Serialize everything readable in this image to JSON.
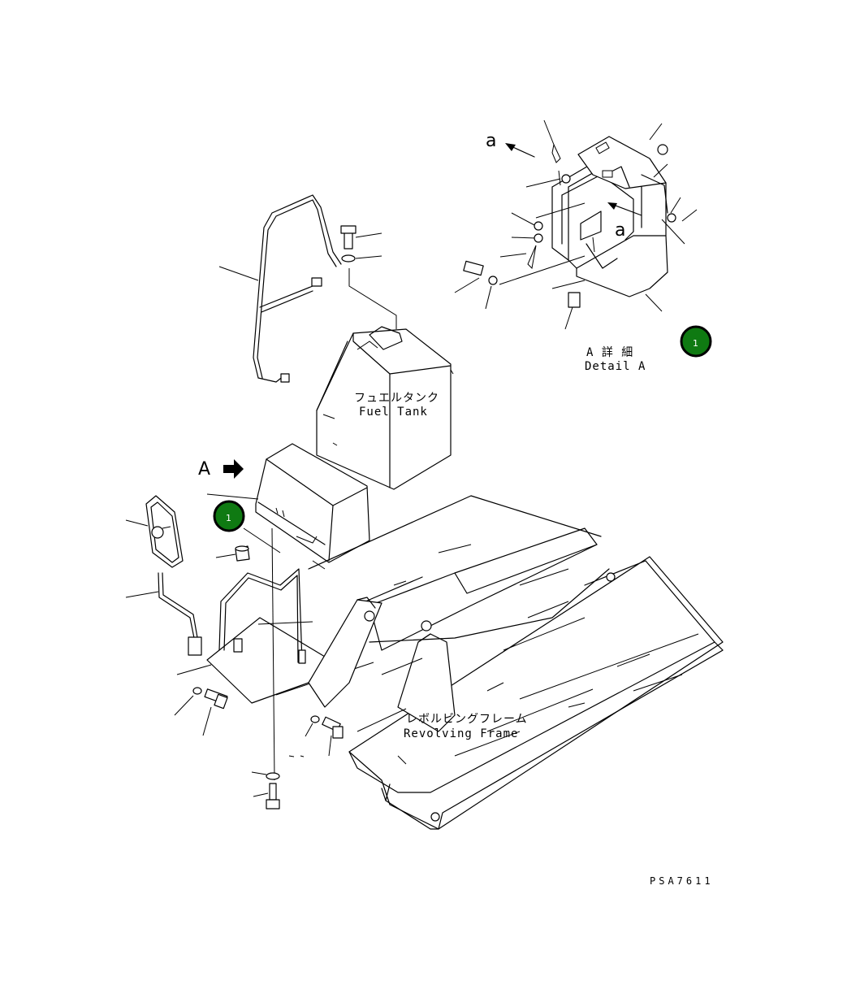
{
  "labels": {
    "fuel_tank_jp": "フュエルタンク",
    "fuel_tank_en": "Fuel Tank",
    "frame_jp": "レボルビングフレーム",
    "frame_en": "Revolving Frame",
    "detail_jp": "A 詳 細",
    "detail_en": "Detail A",
    "view_a": "A",
    "ref_a_top": "a",
    "ref_a_mid": "a",
    "drawing_code": "PSA7611"
  },
  "callouts": [
    {
      "number": "1"
    },
    {
      "number": "1"
    }
  ],
  "colors": {
    "line": "#000000",
    "callout_fill": "#0f7a12",
    "callout_text": "#ffffff",
    "background": "#ffffff"
  }
}
